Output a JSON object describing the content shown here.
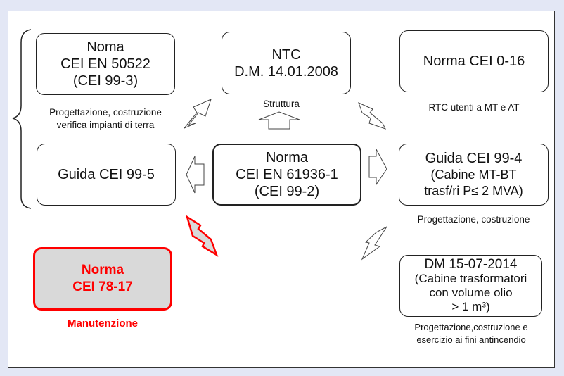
{
  "boxes": {
    "cei50522": {
      "l1": "Noma",
      "l2": "CEI EN 50522",
      "l3": "(CEI 99-3)"
    },
    "ntc": {
      "l1": "NTC",
      "l2": "D.M. 14.01.2008"
    },
    "cei016": {
      "l1": "Norma CEI 0-16"
    },
    "guida995": {
      "l1": "Guida CEI 99-5"
    },
    "cei61936": {
      "l1": "Norma",
      "l2": "CEI EN 61936-1",
      "l3": "(CEI 99-2)"
    },
    "guida994": {
      "l1": "Guida CEI 99-4",
      "l2": "(Cabine MT-BT",
      "l3": "trasf/ri  P≤ 2 MVA)"
    },
    "cei7817": {
      "l1": "Norma",
      "l2": "CEI 78-17"
    },
    "dm2014": {
      "l1": "DM 15-07-2014",
      "l2": "(Cabine trasformatori",
      "l3": "con volume olio",
      "l4": "> 1 m³)"
    }
  },
  "captions": {
    "cei50522_1": "Progettazione, costruzione",
    "cei50522_2": "verifica impianti di terra",
    "ntc": "Struttura",
    "cei016": "RTC utenti a MT e AT",
    "guida994": "Progettazione,  costruzione",
    "cei7817": "Manutenzione",
    "dm_1": "Progettazione,costruzione e",
    "dm_2": "esercizio ai fini antincendio"
  },
  "colors": {
    "accent": "#ff0000",
    "background": "#e3e7f5"
  }
}
